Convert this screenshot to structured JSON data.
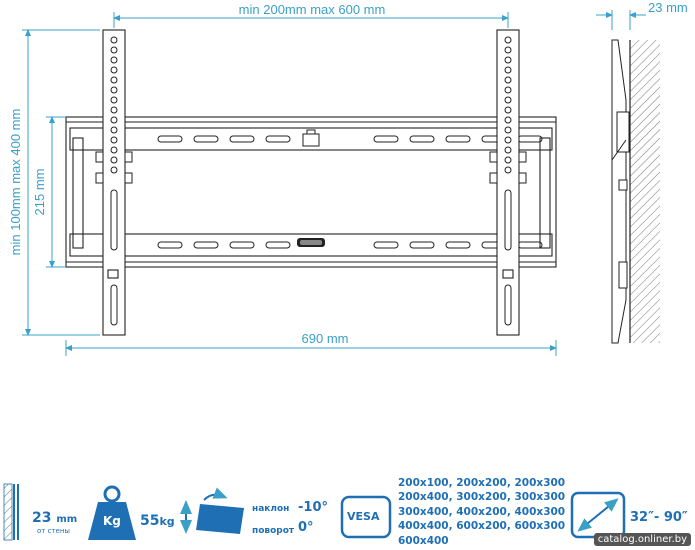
{
  "dimensions": {
    "top": "min 200mm max 600 mm",
    "depth": "23 mm",
    "height_outer": "min 100mm max 400 mm",
    "height_inner": "215 mm",
    "width": "690 mm"
  },
  "specs": {
    "depth_value": "23",
    "depth_unit": "mm",
    "depth_caption": "от стены",
    "weight_badge": "Kg",
    "weight_value": "55",
    "weight_unit": "kg",
    "tilt_label": "наклон",
    "tilt_value": "-10°",
    "swivel_label": "поворот",
    "swivel_value": "0°",
    "vesa_badge": "VESA",
    "vesa_patterns": [
      "200x100, 200x200, 200x300",
      "200x400, 300x200, 300x300",
      "300x400, 400x200, 400x300",
      "400x400, 600x200, 600x300",
      "600x400"
    ],
    "screen_size": "32″- 90″"
  },
  "watermark": "catalog.onliner.by",
  "colors": {
    "dimension": "#3aa0c8",
    "spec": "#1f6fb5",
    "line": "#222222"
  }
}
